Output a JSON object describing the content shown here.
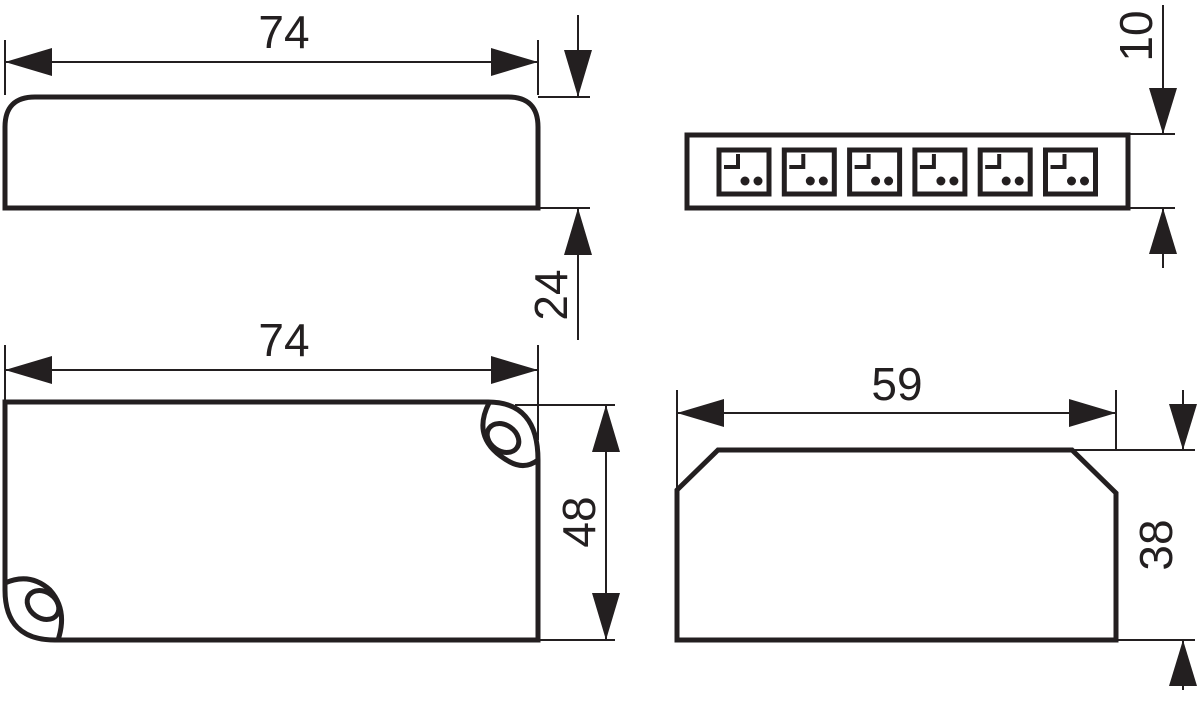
{
  "dimensions": {
    "top_view_length": "74",
    "top_view_height": "24",
    "end_view_height": "10",
    "front_view_length": "74",
    "front_view_width": "48",
    "side_view_length": "59",
    "side_view_height": "38"
  },
  "connector_count": 6,
  "colors": {
    "line": "#231f20",
    "background": "#ffffff"
  }
}
